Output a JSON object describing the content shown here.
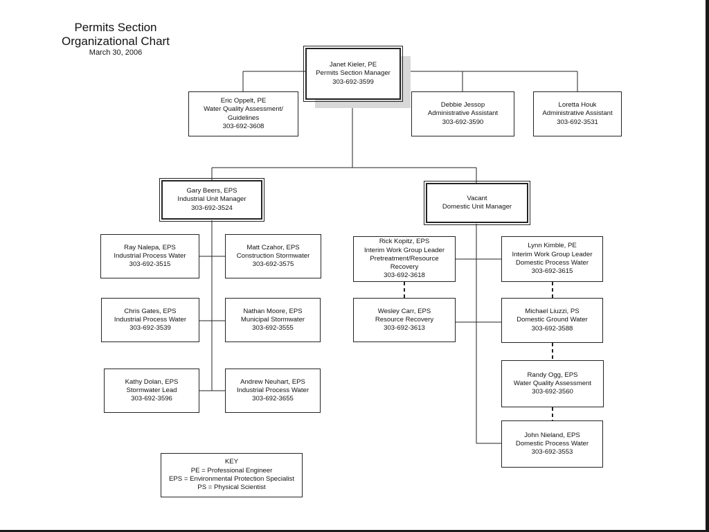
{
  "title": {
    "line1": "Permits Section",
    "line2": "Organizational Chart",
    "date": "March 30, 2006"
  },
  "nodes": {
    "manager": {
      "name": "Janet Kieler, PE",
      "role": "Permits Section Manager",
      "phone": "303-692-3599"
    },
    "oppelt": {
      "name": "Eric Oppelt, PE",
      "role": "Water Quality Assessment/",
      "role2": "Guidelines",
      "phone": "303-692-3608"
    },
    "jessop": {
      "name": "Debbie Jessop",
      "role": "Administrative Assistant",
      "phone": "303-692-3590"
    },
    "houk": {
      "name": "Loretta Houk",
      "role": "Administrative Assistant",
      "phone": "303-692-3531"
    },
    "beers": {
      "name": "Gary Beers, EPS",
      "role": "Industrial Unit Manager",
      "phone": "303-692-3524"
    },
    "vacant": {
      "name": "Vacant",
      "role": "Domestic Unit Manager"
    },
    "nalepa": {
      "name": "Ray Nalepa, EPS",
      "role": "Industrial Process Water",
      "phone": "303-692-3515"
    },
    "czahor": {
      "name": "Matt Czahor, EPS",
      "role": "Construction Stormwater",
      "phone": "303-692-3575"
    },
    "gates": {
      "name": "Chris Gates, EPS",
      "role": "Industrial Process Water",
      "phone": "303-692-3539"
    },
    "moore": {
      "name": "Nathan Moore, EPS",
      "role": "Municipal Stormwater",
      "phone": "303-692-3555"
    },
    "dolan": {
      "name": "Kathy Dolan, EPS",
      "role": "Stormwater Lead",
      "phone": "303-692-3596"
    },
    "neuhart": {
      "name": "Andrew Neuhart, EPS",
      "role": "Industrial Process Water",
      "phone": "303-692-3655"
    },
    "kopitz": {
      "name": "Rick Kopitz, EPS",
      "role": "Interim Work Group Leader",
      "role2": "Pretreatment/Resource",
      "role3": "Recovery",
      "phone": "303-692-3618"
    },
    "kimble": {
      "name": "Lynn Kimble, PE",
      "role": "Interim Work Group Leader",
      "role2": "Domestic Process Water",
      "phone": "303-692-3615"
    },
    "carr": {
      "name": "Wesley Carr, EPS",
      "role": "Resource Recovery",
      "phone": "303-692-3613"
    },
    "liuzzi": {
      "name": "Michael Liuzzi, PS",
      "role": "Domestic Ground Water",
      "phone": "303-692-3588"
    },
    "ogg": {
      "name": "Randy Ogg, EPS",
      "role": "Water Quality Assessment",
      "phone": "303-692-3560"
    },
    "nieland": {
      "name": "John Nieland, EPS",
      "role": "Domestic Process Water",
      "phone": "303-692-3553"
    }
  },
  "key": {
    "heading": "KEY",
    "pe": "PE = Professional Engineer",
    "eps": "EPS = Environmental Protection Specialist",
    "ps": "PS = Physical Scientist"
  }
}
